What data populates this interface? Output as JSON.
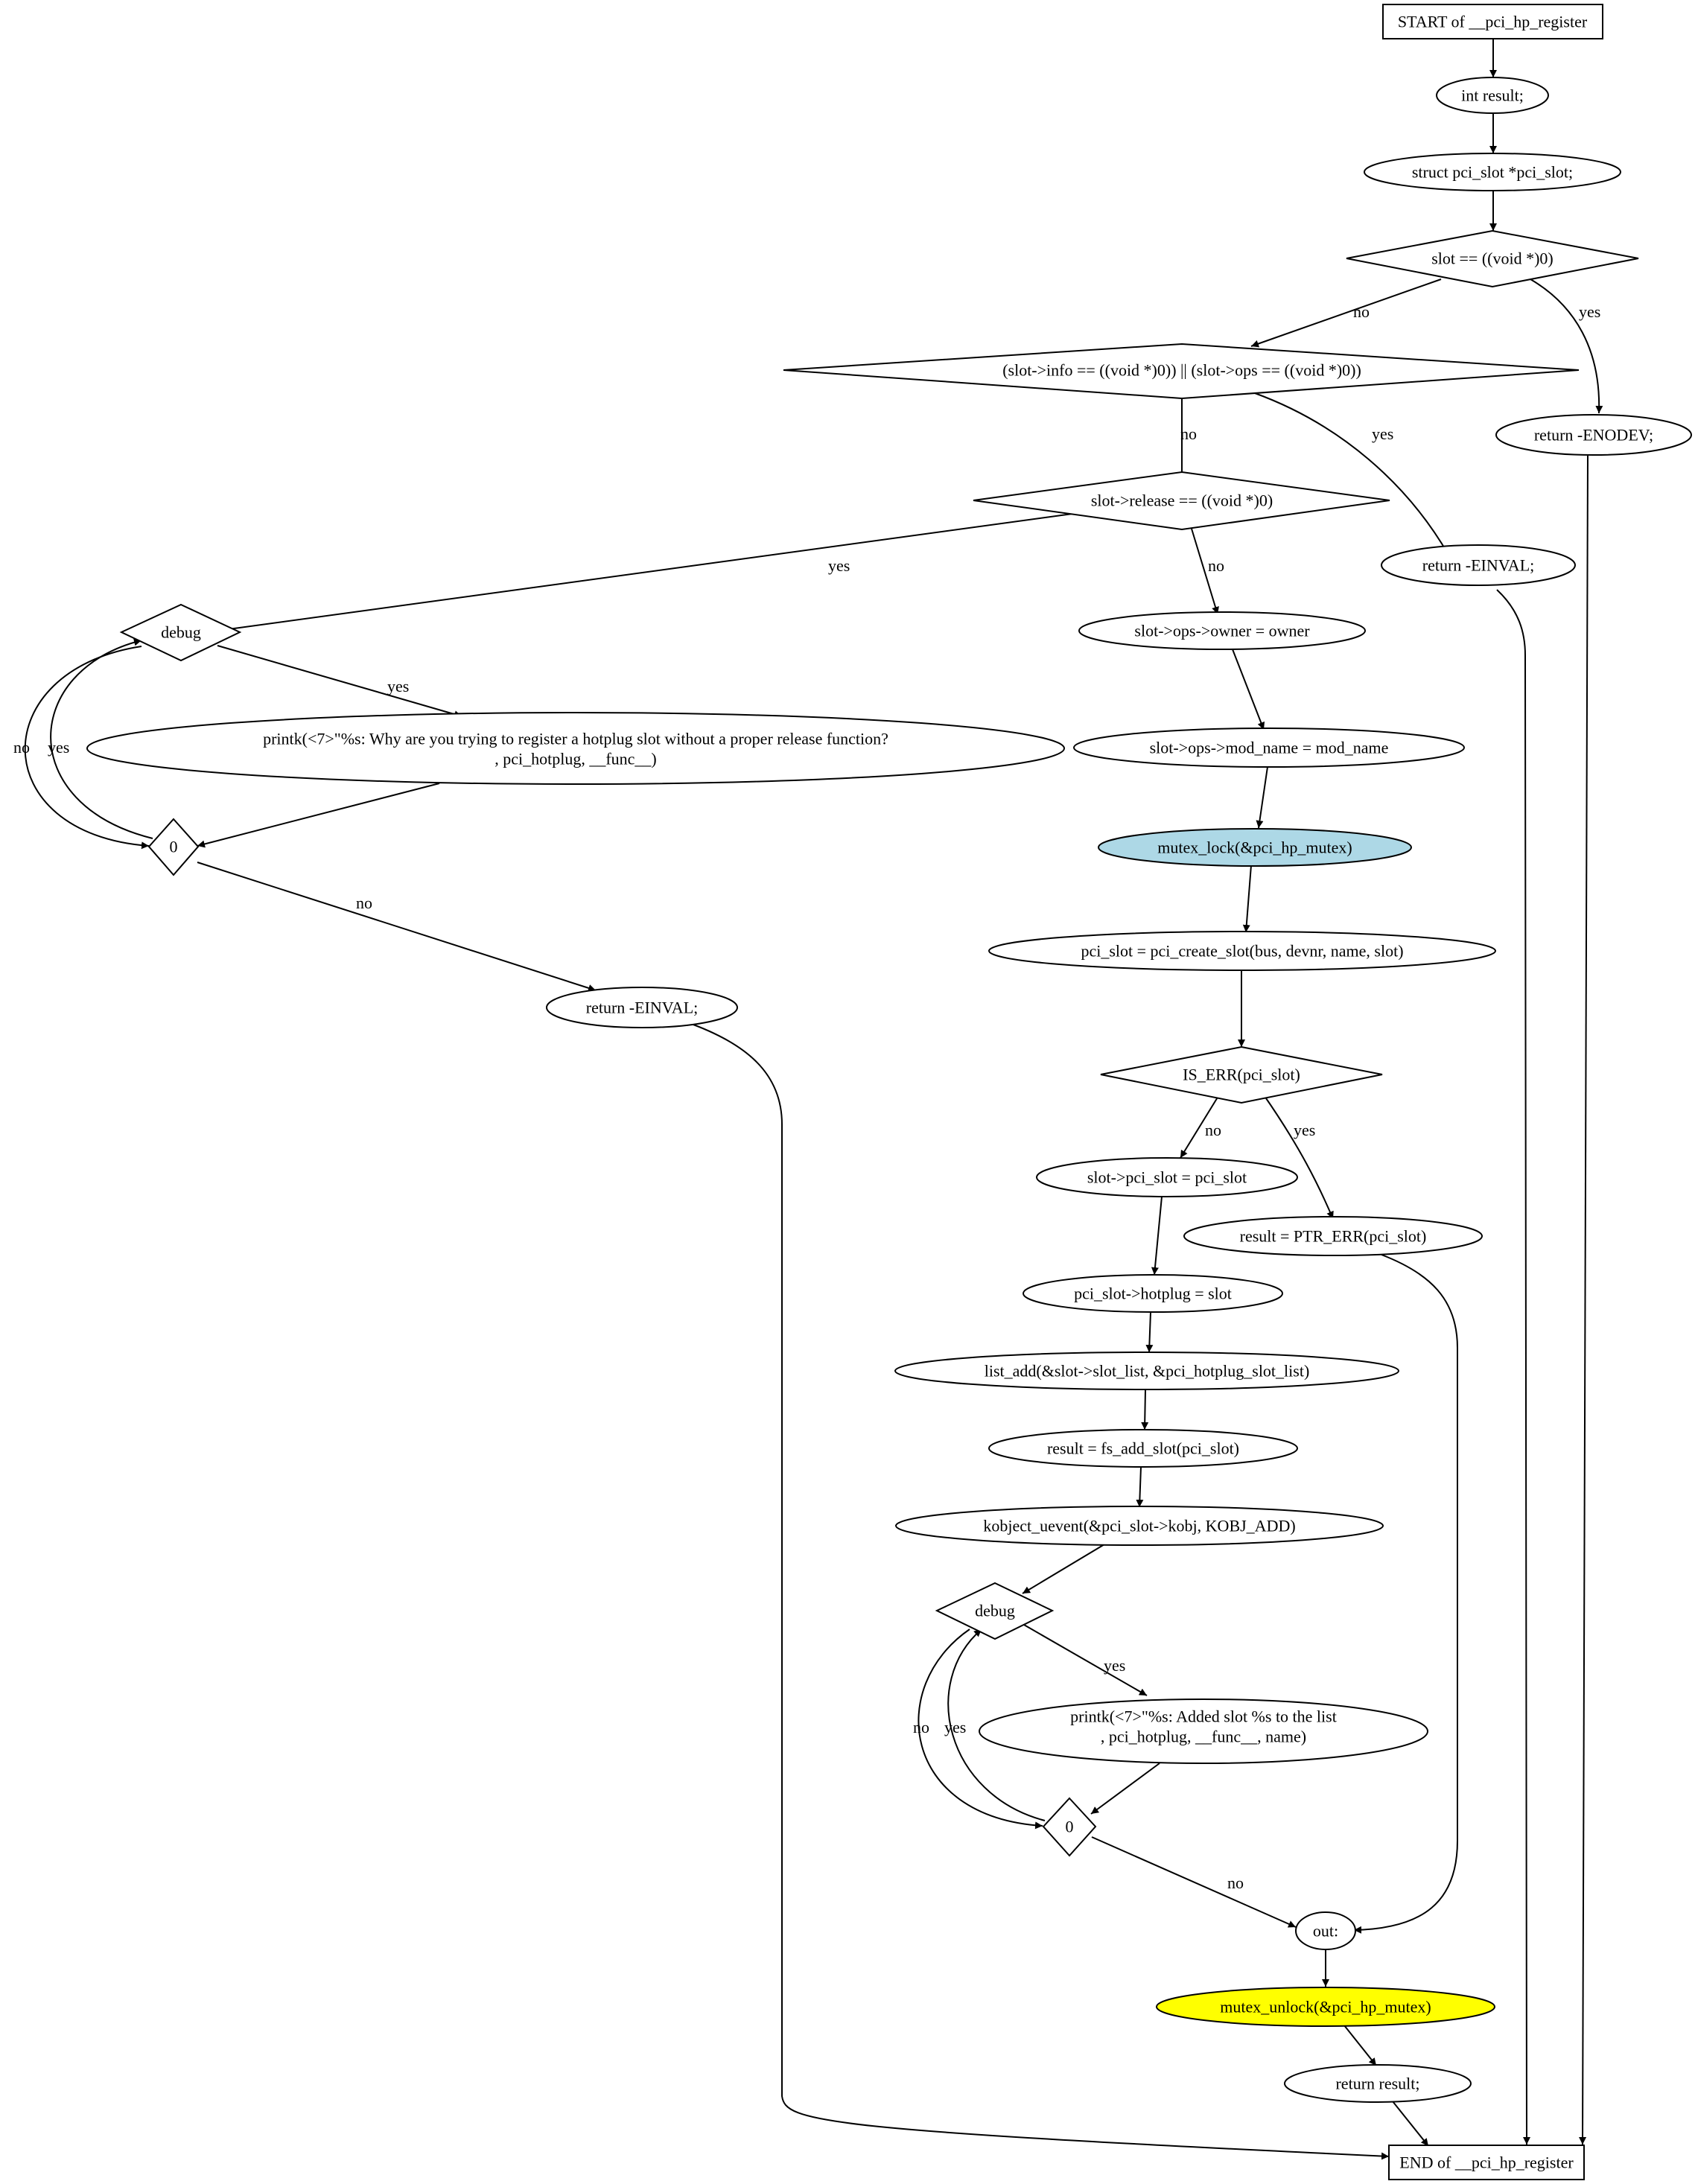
{
  "colors": {
    "stroke": "#000000",
    "default_fill": "#ffffff",
    "lock_fill": "#add8e6",
    "unlock_fill": "#ffff00"
  },
  "nodes": {
    "start": {
      "shape": "box",
      "text": "START of __pci_hp_register"
    },
    "decl_result": {
      "shape": "ellipse",
      "text": "int result;"
    },
    "decl_slot": {
      "shape": "ellipse",
      "text": "struct pci_slot *pci_slot;"
    },
    "cond_slot_null": {
      "shape": "diamond",
      "text": "slot == ((void *)0)"
    },
    "cond_info_ops": {
      "shape": "diamond",
      "text": "(slot->info == ((void *)0)) || (slot->ops == ((void *)0))"
    },
    "ret_enodev": {
      "shape": "ellipse",
      "text": "return -ENODEV;"
    },
    "cond_release": {
      "shape": "diamond",
      "text": "slot->release == ((void *)0)"
    },
    "ret_einval_1": {
      "shape": "ellipse",
      "text": "return -EINVAL;"
    },
    "debug_1": {
      "shape": "diamond",
      "text": "debug"
    },
    "set_owner": {
      "shape": "ellipse",
      "text": "slot->ops->owner = owner"
    },
    "printk_1": {
      "shape": "ellipse",
      "lines": [
        "printk(<7>\"%s: Why are you trying to register a hotplug slot without a proper release function?",
        ", pci_hotplug, __func__)"
      ]
    },
    "set_mod_name": {
      "shape": "ellipse",
      "text": "slot->ops->mod_name = mod_name"
    },
    "zero_1": {
      "shape": "diamond",
      "text": "0"
    },
    "mutex_lock": {
      "shape": "ellipse",
      "text": "mutex_lock(&pci_hp_mutex)"
    },
    "create_slot": {
      "shape": "ellipse",
      "text": "pci_slot = pci_create_slot(bus, devnr, name, slot)"
    },
    "ret_einval_2": {
      "shape": "ellipse",
      "text": "return -EINVAL;"
    },
    "cond_is_err": {
      "shape": "diamond",
      "text": "IS_ERR(pci_slot)"
    },
    "set_pci_slot": {
      "shape": "ellipse",
      "text": "slot->pci_slot = pci_slot"
    },
    "ptr_err": {
      "shape": "ellipse",
      "text": "result = PTR_ERR(pci_slot)"
    },
    "set_hotplug": {
      "shape": "ellipse",
      "text": "pci_slot->hotplug = slot"
    },
    "list_add": {
      "shape": "ellipse",
      "text": "list_add(&slot->slot_list, &pci_hotplug_slot_list)"
    },
    "fs_add": {
      "shape": "ellipse",
      "text": "result = fs_add_slot(pci_slot)"
    },
    "uevent": {
      "shape": "ellipse",
      "text": "kobject_uevent(&pci_slot->kobj, KOBJ_ADD)"
    },
    "debug_2": {
      "shape": "diamond",
      "text": "debug"
    },
    "printk_2": {
      "shape": "ellipse",
      "lines": [
        "printk(<7>\"%s: Added slot %s to the list",
        ", pci_hotplug, __func__, name)"
      ]
    },
    "zero_2": {
      "shape": "diamond",
      "text": "0"
    },
    "out": {
      "shape": "ellipse",
      "text": "out:"
    },
    "mutex_unlock": {
      "shape": "ellipse",
      "text": "mutex_unlock(&pci_hp_mutex)"
    },
    "ret_result": {
      "shape": "ellipse",
      "text": "return result;"
    },
    "end": {
      "shape": "box",
      "text": "END of __pci_hp_register"
    }
  },
  "edges": [
    {
      "from": "start",
      "to": "decl_result",
      "label": ""
    },
    {
      "from": "decl_result",
      "to": "decl_slot",
      "label": ""
    },
    {
      "from": "decl_slot",
      "to": "cond_slot_null",
      "label": ""
    },
    {
      "from": "cond_slot_null",
      "to": "cond_info_ops",
      "label": "no"
    },
    {
      "from": "cond_slot_null",
      "to": "ret_enodev",
      "label": "yes"
    },
    {
      "from": "cond_info_ops",
      "to": "cond_release",
      "label": "no"
    },
    {
      "from": "cond_info_ops",
      "to": "ret_einval_1",
      "label": "yes"
    },
    {
      "from": "ret_enodev",
      "to": "end",
      "label": ""
    },
    {
      "from": "cond_release",
      "to": "debug_1",
      "label": "yes"
    },
    {
      "from": "cond_release",
      "to": "set_owner",
      "label": "no"
    },
    {
      "from": "ret_einval_1",
      "to": "end",
      "label": ""
    },
    {
      "from": "debug_1",
      "to": "printk_1",
      "label": "yes"
    },
    {
      "from": "debug_1",
      "to": "zero_1",
      "label": "no"
    },
    {
      "from": "printk_1",
      "to": "zero_1",
      "label": ""
    },
    {
      "from": "zero_1",
      "to": "debug_1",
      "label": "yes"
    },
    {
      "from": "zero_1",
      "to": "ret_einval_2",
      "label": "no"
    },
    {
      "from": "set_owner",
      "to": "set_mod_name",
      "label": ""
    },
    {
      "from": "set_mod_name",
      "to": "mutex_lock",
      "label": ""
    },
    {
      "from": "mutex_lock",
      "to": "create_slot",
      "label": ""
    },
    {
      "from": "create_slot",
      "to": "cond_is_err",
      "label": ""
    },
    {
      "from": "ret_einval_2",
      "to": "end",
      "label": ""
    },
    {
      "from": "cond_is_err",
      "to": "set_pci_slot",
      "label": "no"
    },
    {
      "from": "cond_is_err",
      "to": "ptr_err",
      "label": "yes"
    },
    {
      "from": "set_pci_slot",
      "to": "set_hotplug",
      "label": ""
    },
    {
      "from": "ptr_err",
      "to": "out",
      "label": ""
    },
    {
      "from": "set_hotplug",
      "to": "list_add",
      "label": ""
    },
    {
      "from": "list_add",
      "to": "fs_add",
      "label": ""
    },
    {
      "from": "fs_add",
      "to": "uevent",
      "label": ""
    },
    {
      "from": "uevent",
      "to": "debug_2",
      "label": ""
    },
    {
      "from": "debug_2",
      "to": "printk_2",
      "label": "yes"
    },
    {
      "from": "debug_2",
      "to": "zero_2",
      "label": "no"
    },
    {
      "from": "printk_2",
      "to": "zero_2",
      "label": ""
    },
    {
      "from": "zero_2",
      "to": "debug_2",
      "label": "yes"
    },
    {
      "from": "zero_2",
      "to": "out",
      "label": "no"
    },
    {
      "from": "out",
      "to": "mutex_unlock",
      "label": ""
    },
    {
      "from": "mutex_unlock",
      "to": "ret_result",
      "label": ""
    },
    {
      "from": "ret_result",
      "to": "end",
      "label": ""
    }
  ]
}
